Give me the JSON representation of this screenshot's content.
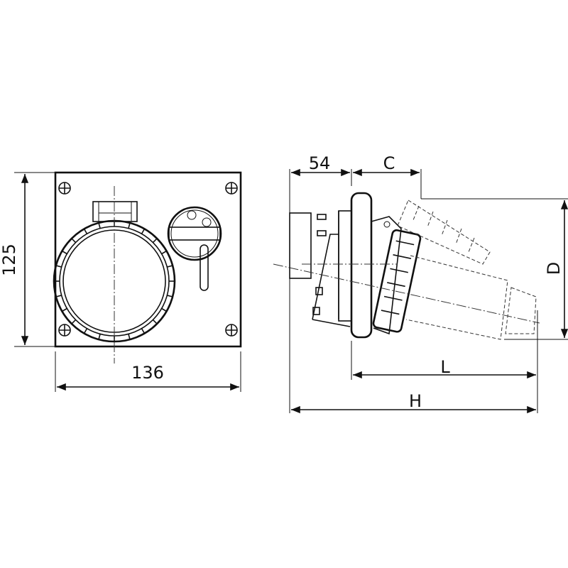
{
  "front_view": {
    "height_label": "125",
    "width_label": "136"
  },
  "side_view": {
    "depth_label": "54",
    "c_label": "C",
    "d_label": "D",
    "l_label": "L",
    "h_label": "H"
  },
  "colors": {
    "line": "#111111",
    "background": "#ffffff"
  }
}
